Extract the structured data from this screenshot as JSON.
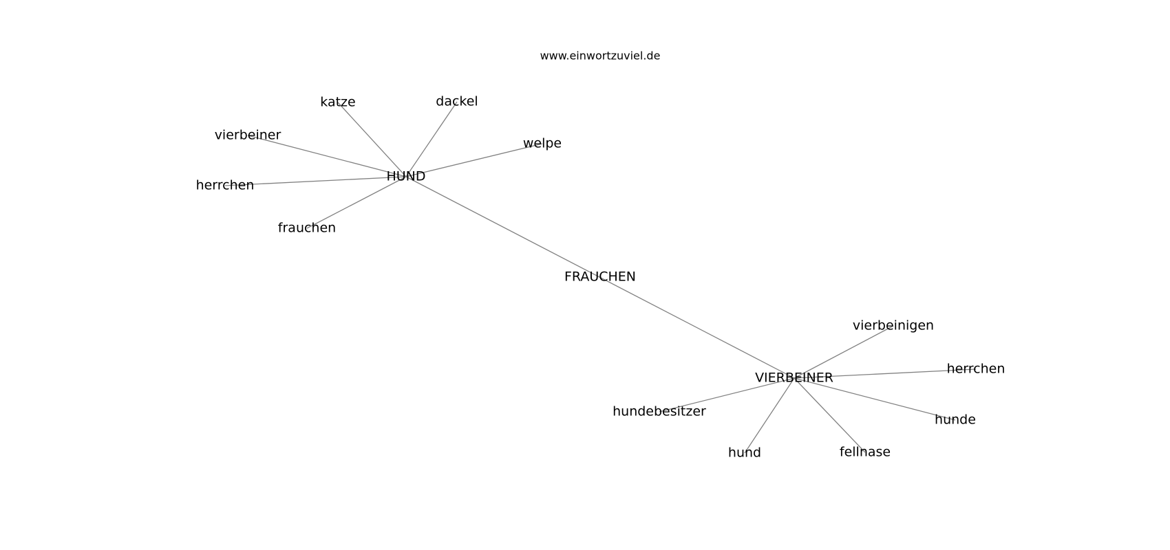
{
  "diagram": {
    "title": "www.einwortzuviel.de",
    "nodes": [
      {
        "id": "frauchen_center",
        "label": "FRAUCHEN"
      },
      {
        "id": "hund_hub",
        "label": "HUND"
      },
      {
        "id": "vierbeiner_hub",
        "label": "VIERBEINER"
      },
      {
        "id": "katze",
        "label": "katze"
      },
      {
        "id": "dackel",
        "label": "dackel"
      },
      {
        "id": "vierbeiner",
        "label": "vierbeiner"
      },
      {
        "id": "welpe",
        "label": "welpe"
      },
      {
        "id": "herrchen_1",
        "label": "herrchen"
      },
      {
        "id": "frauchen",
        "label": "frauchen"
      },
      {
        "id": "vierbeinigen",
        "label": "vierbeinigen"
      },
      {
        "id": "herrchen_2",
        "label": "herrchen"
      },
      {
        "id": "hundebesitzer",
        "label": "hundebesitzer"
      },
      {
        "id": "hunde",
        "label": "hunde"
      },
      {
        "id": "hund",
        "label": "hund"
      },
      {
        "id": "fellnase",
        "label": "fellnase"
      }
    ],
    "edges": [
      {
        "from": "hund_hub",
        "to": "vierbeiner_hub"
      },
      {
        "from": "hund_hub",
        "to": "katze"
      },
      {
        "from": "hund_hub",
        "to": "dackel"
      },
      {
        "from": "hund_hub",
        "to": "vierbeiner"
      },
      {
        "from": "hund_hub",
        "to": "welpe"
      },
      {
        "from": "hund_hub",
        "to": "herrchen_1"
      },
      {
        "from": "hund_hub",
        "to": "frauchen"
      },
      {
        "from": "vierbeiner_hub",
        "to": "vierbeinigen"
      },
      {
        "from": "vierbeiner_hub",
        "to": "herrchen_2"
      },
      {
        "from": "vierbeiner_hub",
        "to": "hundebesitzer"
      },
      {
        "from": "vierbeiner_hub",
        "to": "hunde"
      },
      {
        "from": "vierbeiner_hub",
        "to": "hund"
      },
      {
        "from": "vierbeiner_hub",
        "to": "fellnase"
      }
    ]
  }
}
